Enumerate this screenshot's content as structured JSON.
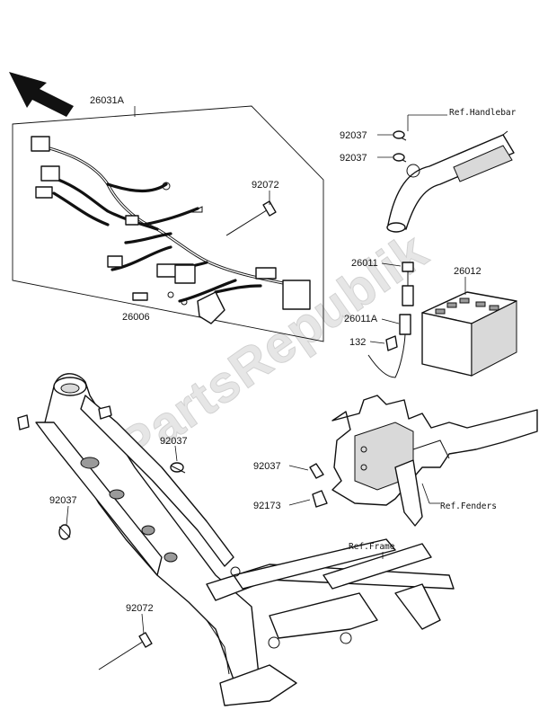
{
  "watermark": "PartsRepublik",
  "labels": {
    "harness": "26031A",
    "tie_top": "92072",
    "connector_box": "26006",
    "clamp_1": "92037",
    "clamp_2": "92037",
    "ref_handlebar": "Ref.Handlebar",
    "fuse_upper": "26011",
    "battery": "26012",
    "fuse_lower": "26011A",
    "bolt": "132",
    "clamp_frame_right": "92037",
    "clamp_frame_left": "92037",
    "clamp_fender": "92037",
    "clip_fender": "92173",
    "ref_fenders": "Ref.Fenders",
    "ref_frame": "Ref.Frame",
    "tie_bottom": "92072"
  },
  "icons": [
    "front-direction-arrow-icon"
  ]
}
